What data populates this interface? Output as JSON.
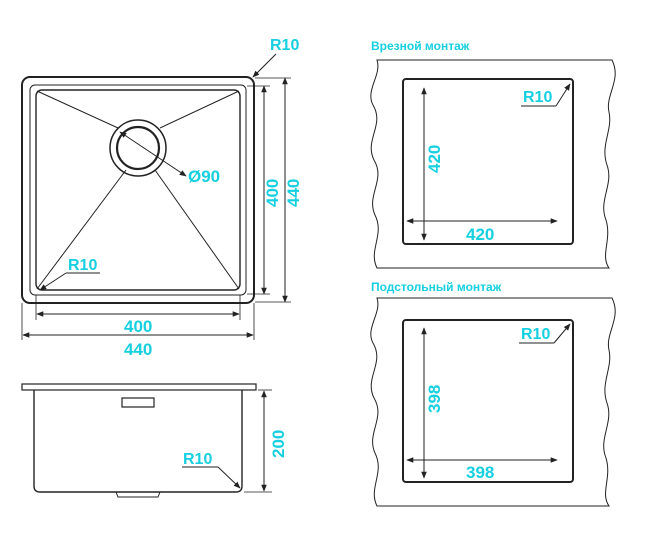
{
  "top_view": {
    "corner_radius_outer": "R10",
    "drain_diameter": "Ø90",
    "inner_depth": "400",
    "outer_depth": "440",
    "inner_width": "400",
    "outer_width": "440",
    "inner_corner_radius": "R10"
  },
  "side_view": {
    "height": "200",
    "corner_radius": "R10"
  },
  "cutout_top_mount": {
    "title": "Врезной монтаж",
    "radius": "R10",
    "height": "420",
    "width": "420"
  },
  "cutout_under_mount": {
    "title": "Подстольный  монтаж",
    "radius": "R10",
    "height": "398",
    "width": "398"
  },
  "colors": {
    "dimension": "#16cfe0",
    "outline": "#222222"
  }
}
